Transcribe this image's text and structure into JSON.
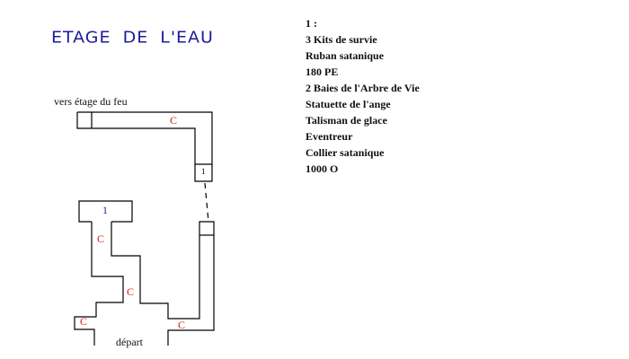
{
  "title": "ETAGE DE L'EAU",
  "map": {
    "exit_label": "vers étage du feu",
    "start_label": "départ",
    "chest_label": "C",
    "marker_1": "1"
  },
  "legend": {
    "heading": "1 :",
    "items": [
      "3 Kits de survie",
      "Ruban satanique",
      "180 PE",
      "2 Baies de l'Arbre de Vie",
      "Statuette de l'ange",
      "Talisman de glace",
      "Eventreur",
      "Collier satanique",
      "1000 O"
    ]
  },
  "colors": {
    "title": "#1c1c9c",
    "chest": "#d01818",
    "marker": "#1c1cb0"
  }
}
